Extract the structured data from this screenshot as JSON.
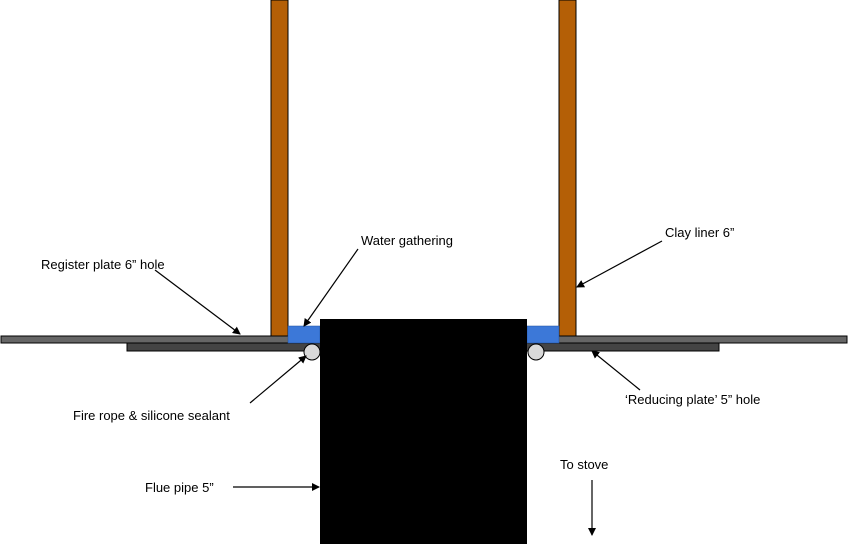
{
  "labels": {
    "register_plate": "Register plate 6” hole",
    "water_gathering": "Water gathering",
    "clay_liner": "Clay liner 6”",
    "fire_rope": "Fire rope & silicone sealant",
    "reducing_plate": "‘Reducing plate’ 5” hole",
    "flue_pipe": "Flue pipe 5”",
    "to_stove": "To stove"
  },
  "colors": {
    "clay_liner": "#b45f06",
    "water": "#3c78d8",
    "register_plate": "#666666",
    "reducing_plate": "#444444",
    "flue_pipe": "#000000",
    "fire_rope": "#d9d9d9",
    "arrow": "#000000"
  }
}
